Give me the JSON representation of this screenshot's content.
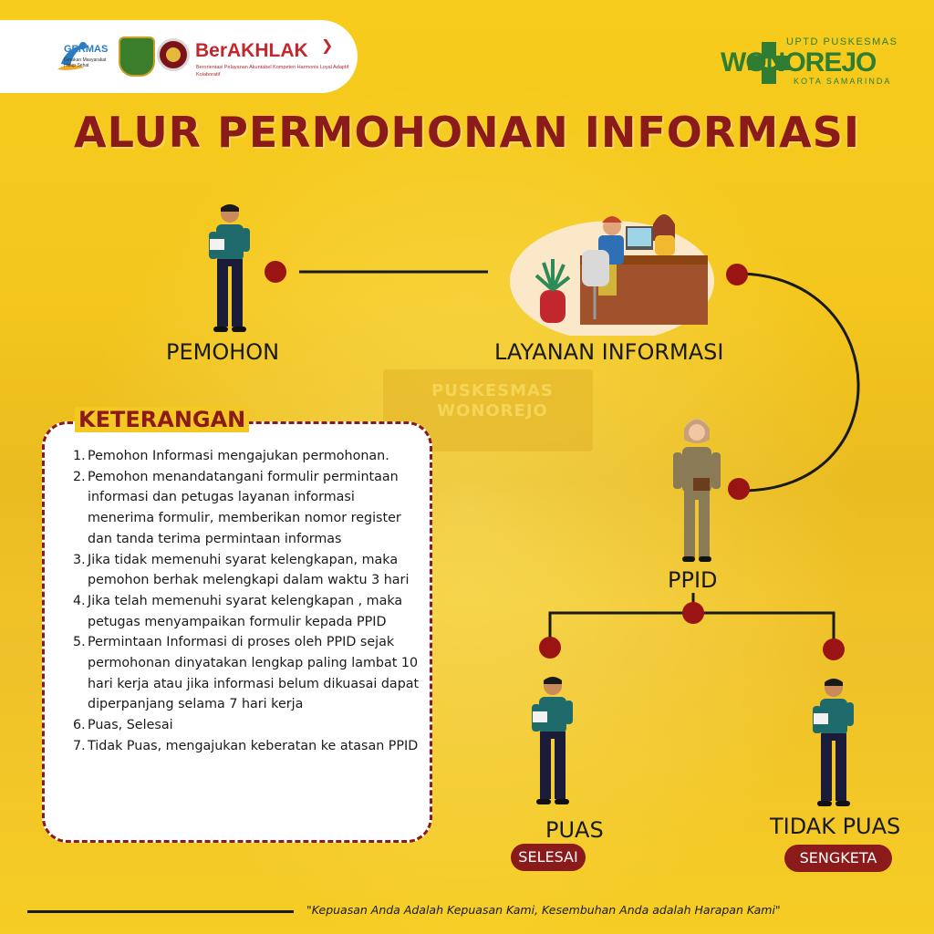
{
  "header": {
    "germas": {
      "title": "GERMAS",
      "subtitle": "Gerakan Masyarakat Hidup Sehat"
    },
    "berakhlak": {
      "title": "BerAKHLAK",
      "subtitle": "Berorientasi Pelayanan Akuntabel Kompeten Harmonis Loyal Adaptif Kolaboratif"
    },
    "puskesmas": {
      "top": "UPTD PUSKESMAS",
      "name": "WONOREJO",
      "city": "KOTA SAMARINDA"
    }
  },
  "background_sign": [
    "PUSKESMAS",
    "WONOREJO"
  ],
  "title": "ALUR PERMOHONAN INFORMASI",
  "flow": {
    "pemohon": "PEMOHON",
    "layanan": "LAYANAN INFORMASI",
    "ppid": "PPID",
    "puas": "PUAS",
    "puas_badge": "SELESAI",
    "tidak_puas": "TIDAK PUAS",
    "tidak_puas_badge": "SENGKETA"
  },
  "keterangan": {
    "title": "KETERANGAN",
    "items": [
      "Pemohon Informasi mengajukan permohonan.",
      "Pemohon menandatangani formulir permintaan informasi dan petugas layanan informasi menerima formulir, memberikan nomor register dan tanda terima permintaan informas",
      "Jika tidak memenuhi syarat kelengkapan, maka pemohon berhak melengkapi dalam waktu 3 hari",
      "Jika telah memenuhi syarat kelengkapan , maka petugas menyampaikan formulir kepada PPID",
      "Permintaan Informasi di proses oleh PPID sejak permohonan dinyatakan lengkap paling lambat 10 hari kerja atau jika informasi belum dikuasai dapat diperpanjang selama 7 hari kerja",
      "Puas, Selesai",
      "Tidak Puas, mengajukan keberatan ke atasan PPID"
    ]
  },
  "quote": "\"Kepuasan Anda Adalah Kepuasan Kami, Kesembuhan Anda adalah Harapan Kami\"",
  "colors": {
    "background": "#f7cf1f",
    "accent": "#8b1a1a",
    "dot": "#9b1414",
    "green": "#2e7d32"
  }
}
